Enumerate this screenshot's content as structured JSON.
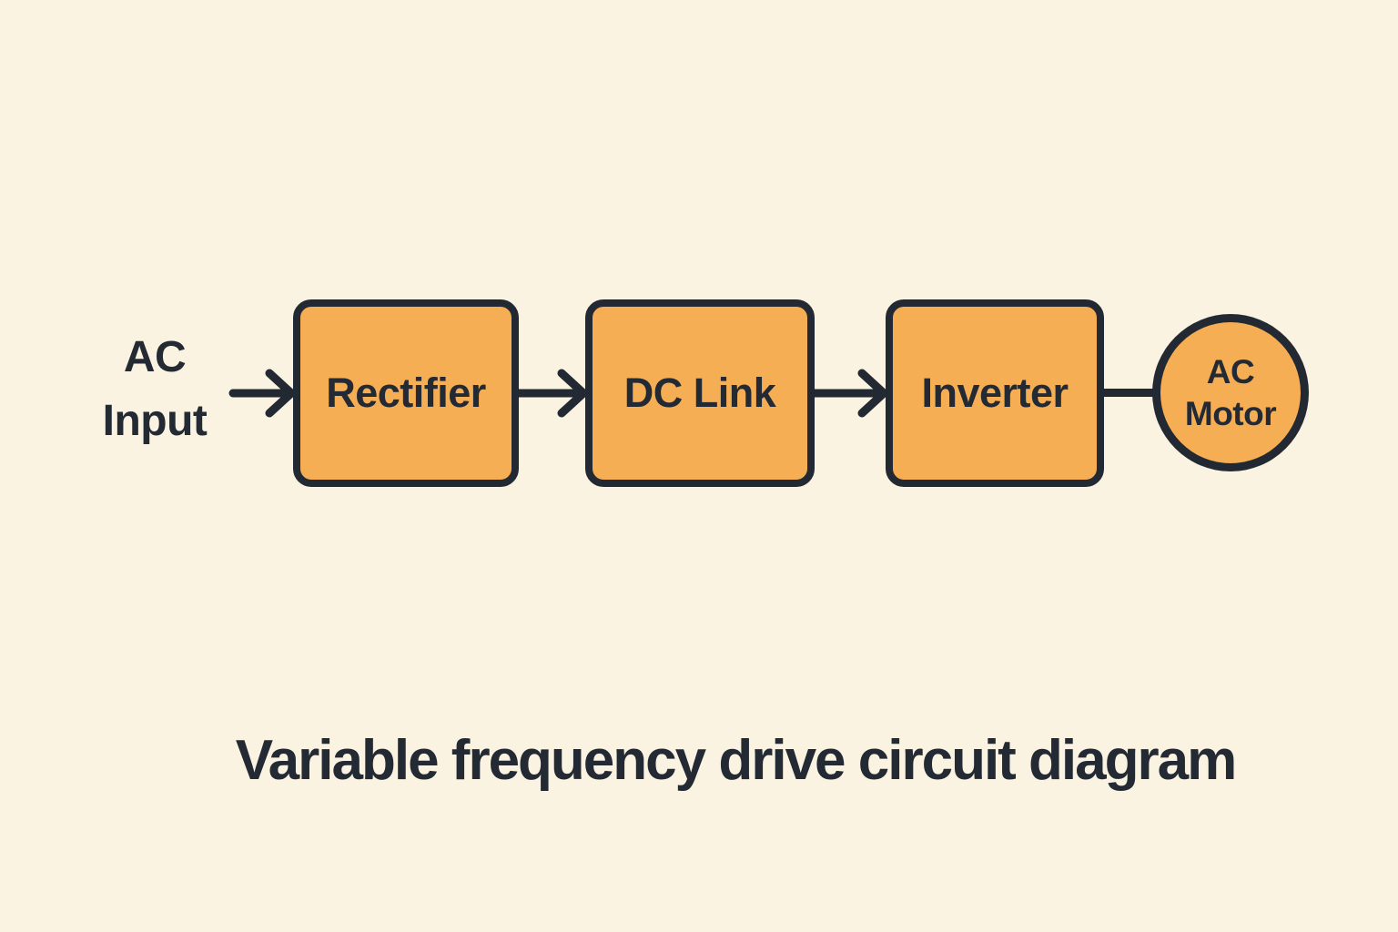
{
  "page": {
    "background_color": "#FBF3E2",
    "node_fill_color": "#F6AE55",
    "stroke_color": "#232932",
    "text_color": "#242A33"
  },
  "diagram": {
    "title": "Variable frequency drive circuit diagram",
    "input": {
      "line1": "AC",
      "line2": "Input"
    },
    "nodes": [
      {
        "id": "rectifier",
        "label": "Rectifier",
        "shape": "rect"
      },
      {
        "id": "dc-link",
        "label": "DC Link",
        "shape": "rect"
      },
      {
        "id": "inverter",
        "label": "Inverter",
        "shape": "rect"
      },
      {
        "id": "ac-motor",
        "label_line1": "AC",
        "label_line2": "Motor",
        "shape": "circle"
      }
    ],
    "connectors": [
      {
        "from": "ac-input",
        "to": "rectifier",
        "style": "arrow"
      },
      {
        "from": "rectifier",
        "to": "dc-link",
        "style": "arrow"
      },
      {
        "from": "dc-link",
        "to": "inverter",
        "style": "arrow"
      },
      {
        "from": "inverter",
        "to": "ac-motor",
        "style": "line"
      }
    ]
  }
}
